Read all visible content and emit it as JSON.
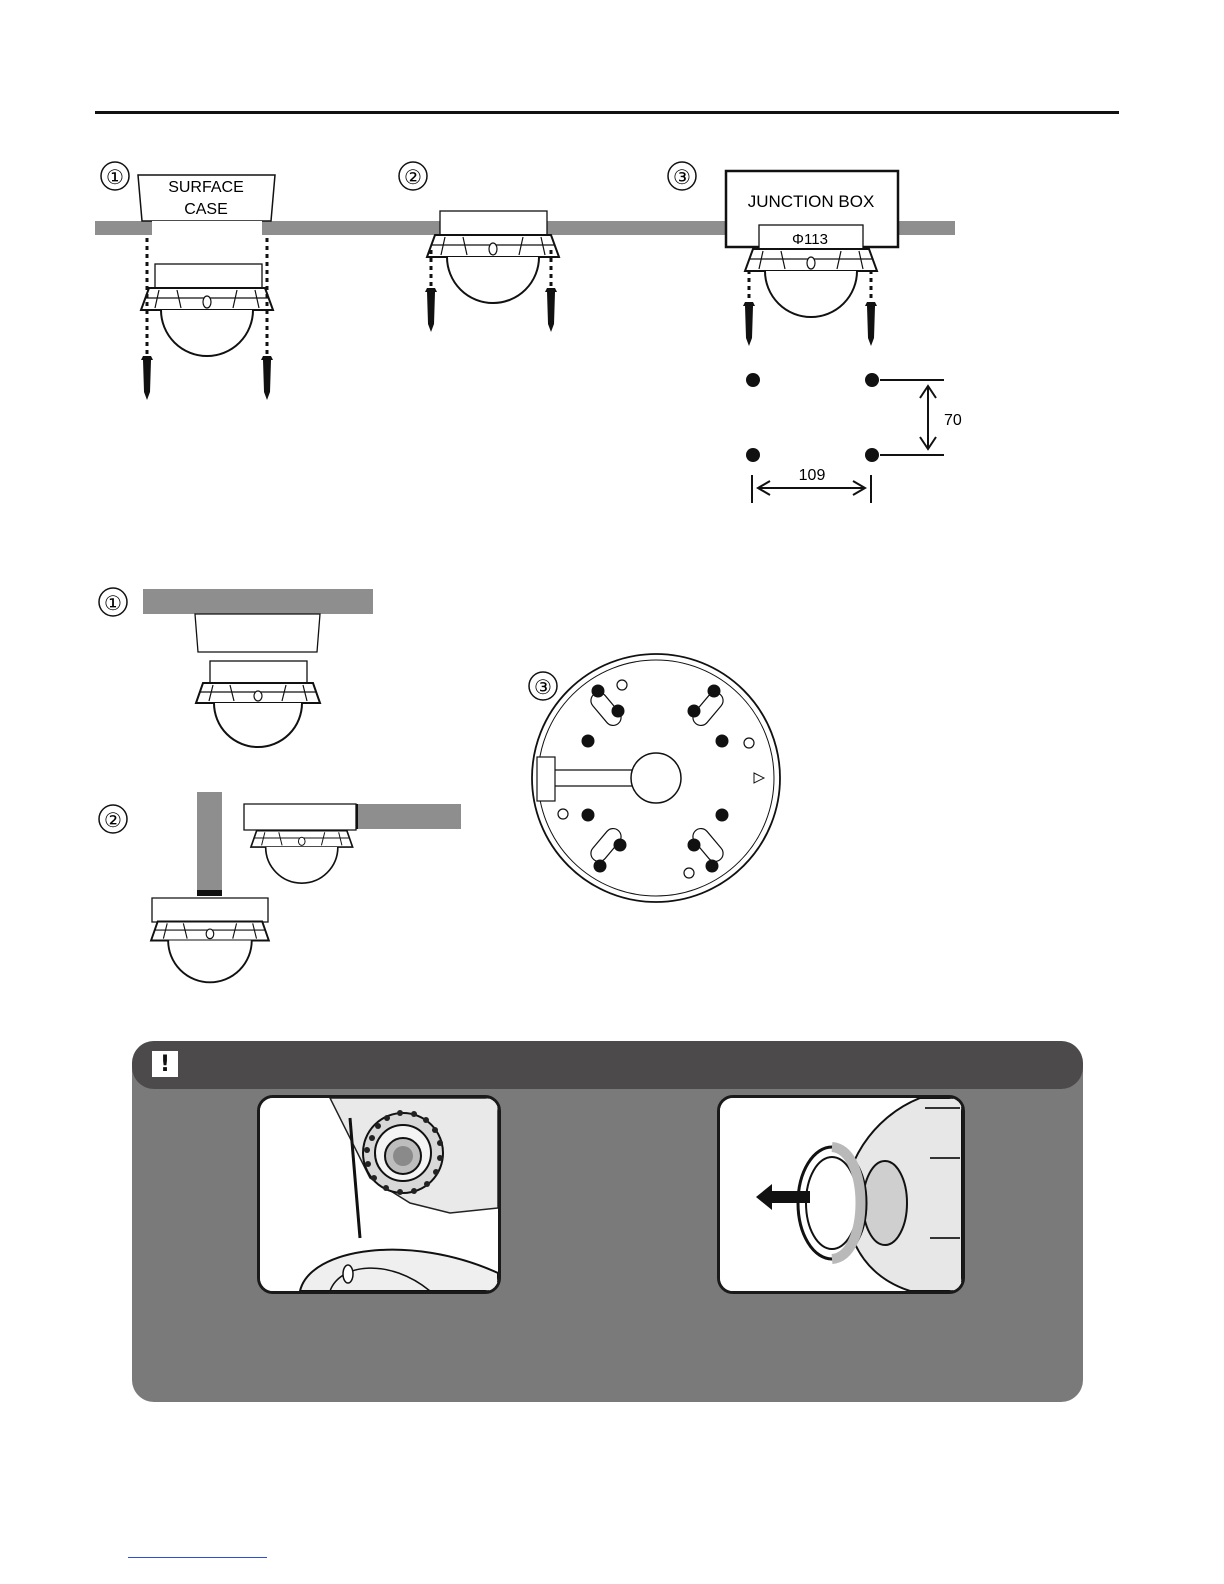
{
  "section1": {
    "steps": [
      "①",
      "②",
      "③"
    ],
    "surface_case_label_line1": "SURFACE",
    "surface_case_label_line2": "CASE",
    "junction_box_label": "JUNCTION BOX",
    "diameter_label": "Φ113",
    "dim_vertical": "70",
    "dim_horizontal": "109"
  },
  "section2": {
    "steps": [
      "①",
      "②",
      "③"
    ]
  },
  "notice": {
    "icon": "exclamation-icon",
    "icon_glyph": "!"
  },
  "colors": {
    "ceiling_gray": "#8f8e8e",
    "notice_body": "#7b7a7a",
    "notice_header": "#4c4a4b"
  }
}
